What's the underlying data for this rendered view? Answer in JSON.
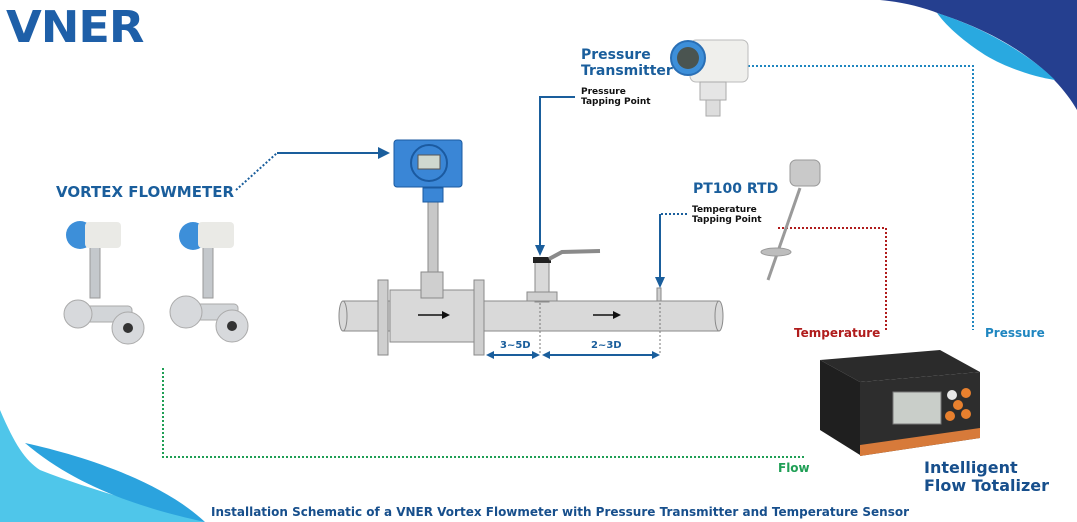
{
  "brand": {
    "logo": "VNER"
  },
  "labels": {
    "pressure_transmitter": [
      "Pressure",
      "Transmitter"
    ],
    "pressure_tapping_point": [
      "Pressure",
      "Tapping Point"
    ],
    "vortex_flowmeter": "VORTEX FLOWMETER",
    "pt100_rtd": "PT100 RTD",
    "temperature_tapping_point": [
      "Temperature",
      "Tapping Point"
    ],
    "upstream_distance": "3~5D",
    "downstream_distance": "2~3D",
    "temperature_signal": "Temperature",
    "pressure_signal": "Pressure",
    "flow_signal": "Flow",
    "totalizer": [
      "Intelligent",
      "Flow Totalizer"
    ]
  },
  "caption": "Installation Schematic of a VNER Vortex Flowmeter with Pressure Transmitter and Temperature Sensor",
  "colors": {
    "brand_blue": "#1e5fa8",
    "temperature_line": "#b01c1c",
    "pressure_line": "#1f86c0",
    "flow_line": "#1f9f55",
    "accent_dark_blue": "#253f8f",
    "accent_light_blue": "#29a9e0"
  }
}
